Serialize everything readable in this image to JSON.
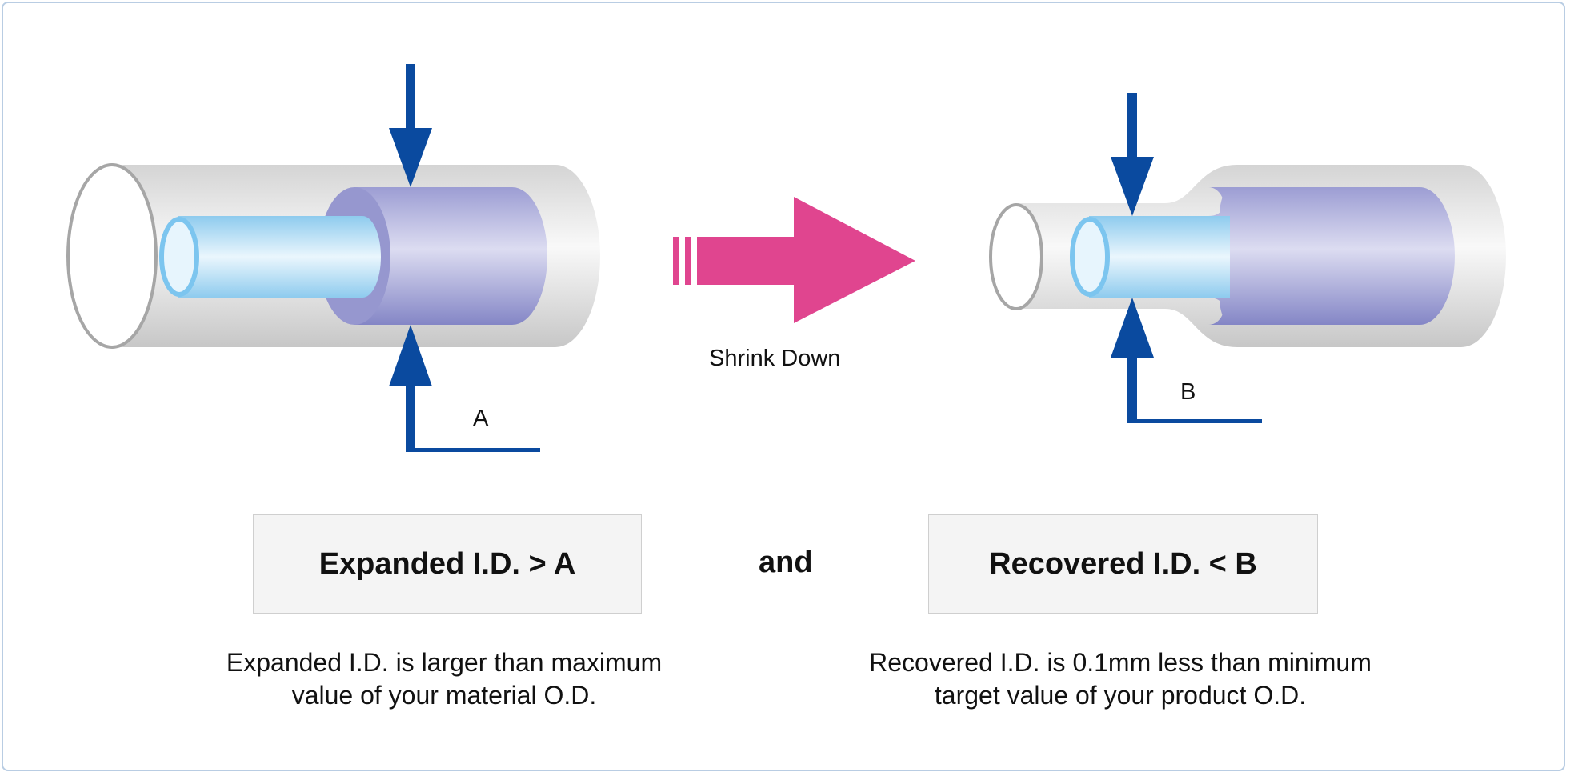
{
  "diagram": {
    "shrink_label": "Shrink Down",
    "label_a": "A",
    "label_b": "B"
  },
  "formulas": {
    "left": "Expanded I.D. > A",
    "connector": "and",
    "right": "Recovered I.D. < B"
  },
  "descriptions": {
    "left_line1": "Expanded I.D. is larger than maximum",
    "left_line2": "value of your material O.D.",
    "right_line1": "Recovered I.D. is 0.1mm less than minimum",
    "right_line2": "target value of your product O.D."
  },
  "colors": {
    "arrow_blue": "#0a4a9f",
    "shrink_arrow": "#e0458f",
    "tube_gray": "#e6e6e6",
    "material_blue": "#a9daf5",
    "product_purple": "#a7a7d9",
    "frame_border": "#b9cde3"
  }
}
